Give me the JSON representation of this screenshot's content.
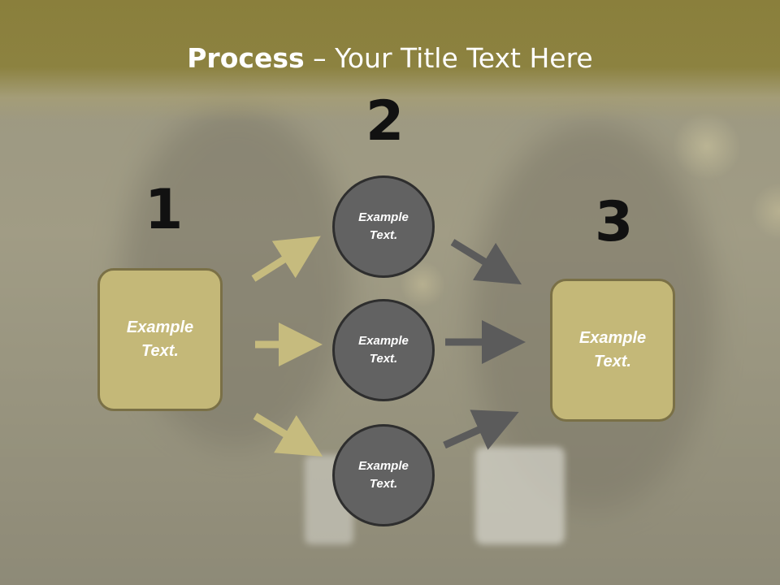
{
  "title": {
    "bold": "Process",
    "rest": " – Your Title Text Here"
  },
  "steps": {
    "one": "1",
    "two": "2",
    "three": "3"
  },
  "left_box": {
    "text": "Example\nText."
  },
  "circles": [
    {
      "text": "Example\nText."
    },
    {
      "text": "Example\nText."
    },
    {
      "text": "Example\nText."
    }
  ],
  "right_box": {
    "text": "Example\nText."
  },
  "colors": {
    "gold": "#c4b878",
    "circle_gray": "#626262",
    "arrow_gold": "#c6bb7e",
    "arrow_gray": "#5b5b5b",
    "title_bar": "#8a7f3c"
  }
}
